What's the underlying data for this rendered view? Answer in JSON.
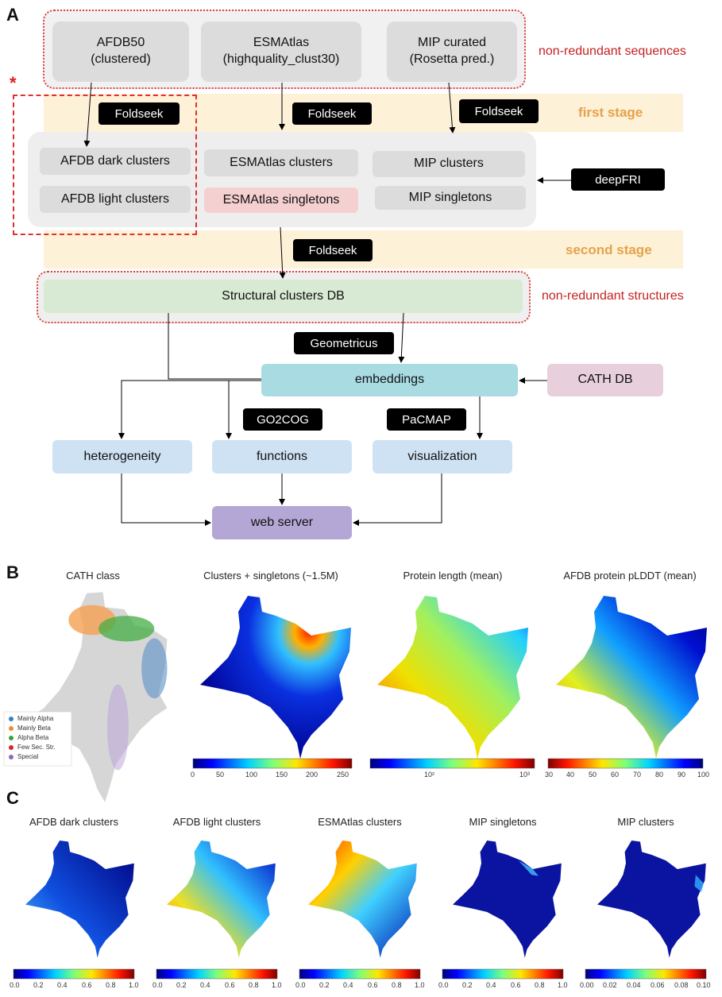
{
  "panels": {
    "a": "A",
    "b": "B",
    "c": "C"
  },
  "asterisk": "*",
  "sources": [
    {
      "label": "AFDB50\n(clustered)"
    },
    {
      "label": "ESMAtlas\n(highquality_clust30)"
    },
    {
      "label": "MIP curated\n(Rosetta pred.)"
    }
  ],
  "notes": {
    "sequences": "non-redundant sequences",
    "structures": "non-redundant structures"
  },
  "stages": {
    "first": "first stage",
    "second": "second stage"
  },
  "tools": {
    "foldseek": "Foldseek",
    "deepfri": "deepFRI",
    "geometricus": "Geometricus",
    "go2cog": "GO2COG",
    "pacmap": "PaCMAP"
  },
  "clusters": {
    "afdb_dark": "AFDB dark clusters",
    "afdb_light": "AFDB light clusters",
    "esm_clusters": "ESMAtlas clusters",
    "esm_singletons": "ESMAtlas singletons",
    "mip_clusters": "MIP clusters",
    "mip_singletons": "MIP singletons"
  },
  "db": "Structural clusters DB",
  "embeddings": "embeddings",
  "cath_db": "CATH DB",
  "outputs": {
    "heterogeneity": "heterogeneity",
    "functions": "functions",
    "visualization": "visualization",
    "web_server": "web server"
  },
  "colors": {
    "gray_box": "#dcdcdc",
    "pink": "#f5d0d0",
    "green": "#d8ead3",
    "cyan": "#a9dbe3",
    "mauve": "#e7cfdc",
    "light_blue": "#cfe2f3",
    "purple": "#b4a7d6",
    "red": "#cc2222",
    "stage_orange": "#e6a24a"
  },
  "panel_b": {
    "titles": [
      "CATH class",
      "Clusters + singletons (~1.5M)",
      "Protein length (mean)",
      "AFDB protein pLDDT (mean)"
    ],
    "legend": [
      {
        "label": "Mainly Alpha",
        "color": "#3a7fbf"
      },
      {
        "label": "Mainly Beta",
        "color": "#f28c2b"
      },
      {
        "label": "Alpha Beta",
        "color": "#3aa43a"
      },
      {
        "label": "Few Sec. Str.",
        "color": "#d62728"
      },
      {
        "label": "Special",
        "color": "#9467bd"
      }
    ],
    "colorbars": [
      {
        "ticks": [
          "0",
          "50",
          "100",
          "150",
          "200",
          "250"
        ],
        "colormap": "jet"
      },
      {
        "ticks": [
          "10²",
          "10³"
        ],
        "colormap": "jet"
      },
      {
        "ticks": [
          "30",
          "40",
          "50",
          "60",
          "70",
          "80",
          "90",
          "100"
        ],
        "colormap": "jet-reversed"
      }
    ]
  },
  "panel_c": {
    "titles": [
      "AFDB dark clusters",
      "AFDB light clusters",
      "ESMAtlas clusters",
      "MIP singletons",
      "MIP clusters"
    ],
    "colorbars": [
      {
        "ticks": [
          "0.0",
          "0.2",
          "0.4",
          "0.6",
          "0.8",
          "1.0"
        ]
      },
      {
        "ticks": [
          "0.0",
          "0.2",
          "0.4",
          "0.6",
          "0.8",
          "1.0"
        ]
      },
      {
        "ticks": [
          "0.0",
          "0.2",
          "0.4",
          "0.6",
          "0.8",
          "1.0"
        ]
      },
      {
        "ticks": [
          "0.0",
          "0.2",
          "0.4",
          "0.6",
          "0.8",
          "1.0"
        ]
      },
      {
        "ticks": [
          "0.00",
          "0.02",
          "0.04",
          "0.06",
          "0.08",
          "0.10"
        ]
      }
    ]
  }
}
